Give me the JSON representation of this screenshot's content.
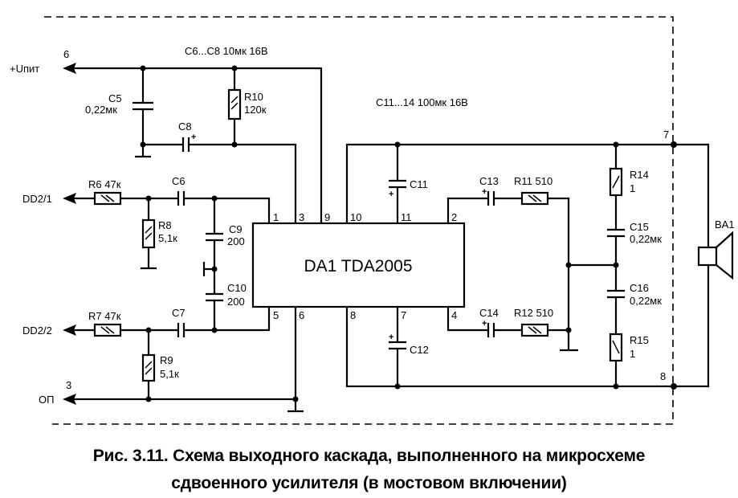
{
  "figure": {
    "caption_line1": "Рис. 3.11. Схема выходного каскада, выполненного на микросхеме",
    "caption_line2": "сдвоенного усилителя (в мостовом включении)"
  },
  "notes": {
    "c6_c8": "С6...С8 10мк 16В",
    "c11_c14": "С11...14 100мк 16В"
  },
  "ic": {
    "label": "DA1 TDA2005",
    "pins_top": [
      "1",
      "3",
      "9",
      "10",
      "11",
      "2"
    ],
    "pins_bottom": [
      "5",
      "6",
      "8",
      "7",
      "4"
    ]
  },
  "terminals": {
    "supply": {
      "label": "+Uпит",
      "number": "6"
    },
    "in1": {
      "label": "DD2/1"
    },
    "in2": {
      "label": "DD2/2"
    },
    "common": {
      "label": "ОП",
      "number": "3"
    },
    "out_plus": {
      "number": "7"
    },
    "out_minus": {
      "number": "8"
    }
  },
  "components": {
    "C5": {
      "name": "C5",
      "value": "0,22мк"
    },
    "C8": {
      "name": "C8"
    },
    "R10": {
      "name": "R10",
      "value": "120к"
    },
    "R6": {
      "name": "R6 47к"
    },
    "C6": {
      "name": "C6"
    },
    "R8": {
      "name": "R8",
      "value": "5,1к"
    },
    "C9": {
      "name": "C9",
      "value": "200"
    },
    "C10": {
      "name": "C10",
      "value": "200"
    },
    "R7": {
      "name": "R7 47к"
    },
    "C7": {
      "name": "C7"
    },
    "R9": {
      "name": "R9",
      "value": "5,1к"
    },
    "C11": {
      "name": "C11"
    },
    "C12": {
      "name": "C12"
    },
    "C13": {
      "name": "C13"
    },
    "R11": {
      "name": "R11 510"
    },
    "C14": {
      "name": "C14"
    },
    "R12": {
      "name": "R12 510"
    },
    "R14": {
      "name": "R14",
      "value": "1"
    },
    "C15": {
      "name": "C15",
      "value": "0,22мк"
    },
    "C16": {
      "name": "C16",
      "value": "0,22мк"
    },
    "R15": {
      "name": "R15",
      "value": "1"
    },
    "BA1": {
      "name": "BA1"
    }
  },
  "symbols": {
    "plus": "+"
  }
}
